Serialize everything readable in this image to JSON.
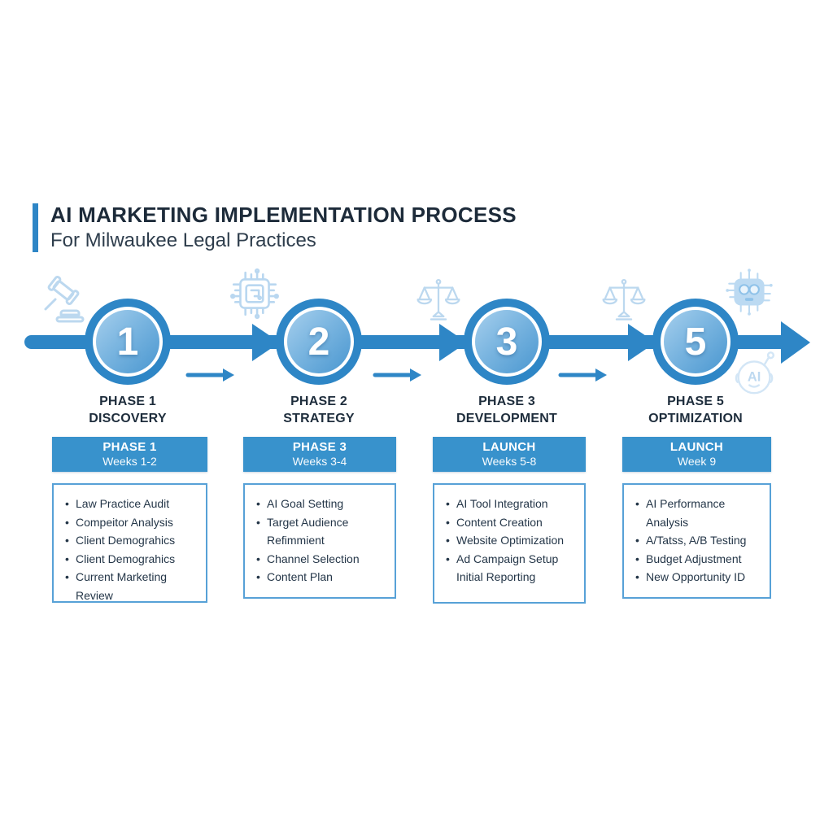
{
  "title": {
    "heading": "AI MARKETING IMPLEMENTATION PROCESS",
    "subheading": "For Milwaukee Legal Practices"
  },
  "colors": {
    "primary_blue": "#2e86c6",
    "banner_blue": "#3892cc",
    "box_border_blue": "#57a1d7",
    "title_navy": "#1d2b3a",
    "icon_light_blue": "#bcd8ef"
  },
  "icons": {
    "phase1": "gavel-icon",
    "phase2": "chip-icon",
    "phase3": "scales-icon",
    "phase5": "scales-icon",
    "right_top": "robot-chip-icon",
    "right_bottom": "robot-ai-icon",
    "robot_ai_text": "AI"
  },
  "phases": [
    {
      "number": "1",
      "label_line1": "PHASE 1",
      "label_line2": "DISCOVERY",
      "banner_line1": "PHASE 1",
      "banner_line2": "Weeks 1-2",
      "items": [
        {
          "text": "Law Practice Audit",
          "bullet": true
        },
        {
          "text": "Compeitor Analysis",
          "bullet": true
        },
        {
          "text": "Client Demograhics",
          "bullet": true
        },
        {
          "text": "Client Demograhics",
          "bullet": true
        },
        {
          "text": "Current Marketing Review",
          "bullet": true
        }
      ]
    },
    {
      "number": "2",
      "label_line1": "PHASE 2",
      "label_line2": "STRATEGY",
      "banner_line1": "PHASE 3",
      "banner_line2": "Weeks 3-4",
      "items": [
        {
          "text": "AI Goal Setting",
          "bullet": true
        },
        {
          "text": "Target Audience Refimmient",
          "bullet": true
        },
        {
          "text": "Channel Selection",
          "bullet": true
        },
        {
          "text": "Content Plan",
          "bullet": true
        }
      ]
    },
    {
      "number": "3",
      "label_line1": "PHASE 3",
      "label_line2": "DEVELOPMENT",
      "banner_line1": "LAUNCH",
      "banner_line2": "Weeks 5-8",
      "items": [
        {
          "text": "AI Tool Integration",
          "bullet": true
        },
        {
          "text": "Content Creation",
          "bullet": true
        },
        {
          "text": "Website Optimization",
          "bullet": true
        },
        {
          "text": "Ad Campaign Setup",
          "bullet": true
        },
        {
          "text": "Initial Reporting",
          "bullet": false
        }
      ]
    },
    {
      "number": "5",
      "label_line1": "PHASE 5",
      "label_line2": "OPTIMIZATION",
      "banner_line1": "LAUNCH",
      "banner_line2": "Week 9",
      "items": [
        {
          "text": "AI Performance Analysis",
          "bullet": true
        },
        {
          "text": "A/Tatss, A/B Testing",
          "bullet": true
        },
        {
          "text": "Budget Adjustment",
          "bullet": true
        },
        {
          "text": "New Opportunity ID",
          "bullet": true
        }
      ]
    }
  ]
}
